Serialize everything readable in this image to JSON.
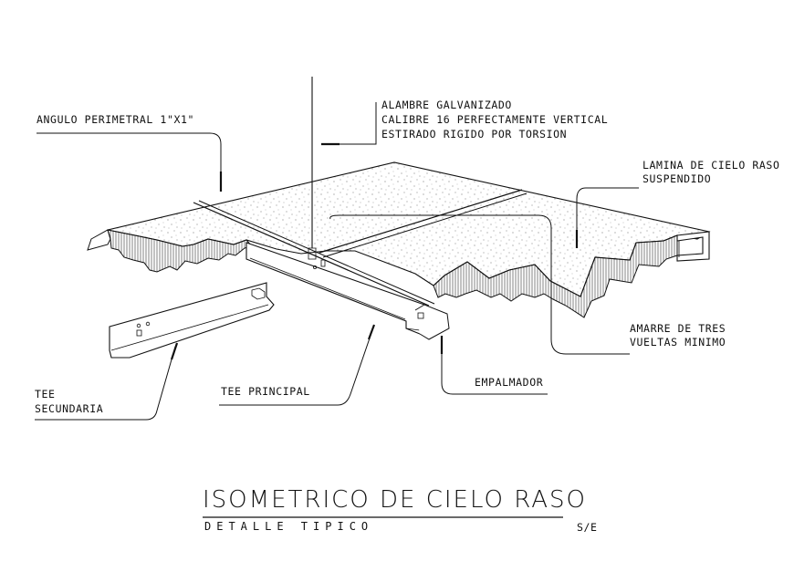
{
  "labels": {
    "angulo": "ANGULO PERIMETRAL 1\"X1\"",
    "alambre_1": "ALAMBRE GALVANIZADO",
    "alambre_2": "CALIBRE 16 PERFECTAMENTE VERTICAL",
    "alambre_3": "ESTIRADO RIGIDO POR TORSION",
    "lamina_1": "LAMINA DE CIELO RASO",
    "lamina_2": "SUSPENDIDO",
    "amarre_1": "AMARRE DE TRES",
    "amarre_2": "VUELTAS MINIMO",
    "empalmador": "EMPALMADOR",
    "tee_principal": "TEE PRINCIPAL",
    "tee_secundaria_1": "TEE",
    "tee_secundaria_2": "SECUNDARIA"
  },
  "title": {
    "main": "ISOMETRICO DE CIELO RASO",
    "sub": "DETALLE TIPICO",
    "scale": "S/E"
  }
}
